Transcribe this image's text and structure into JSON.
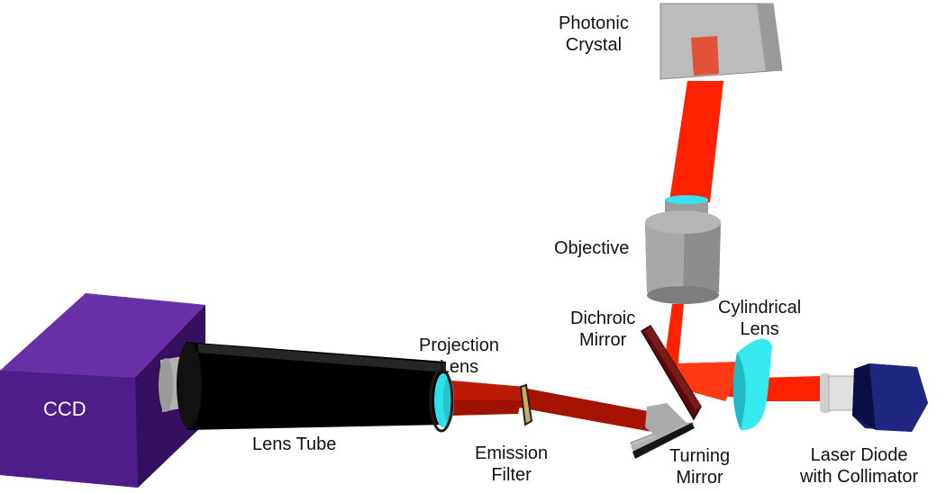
{
  "labels": {
    "photonic_crystal": [
      "Photonic",
      "Crystal"
    ],
    "objective": "Objective",
    "dichroic_mirror": [
      "Dichroic",
      "Mirror"
    ],
    "cylindrical_lens": [
      "Cylindrical",
      "Lens"
    ],
    "projection_lens": [
      "Projection",
      "Lens"
    ],
    "ccd": "CCD",
    "lens_tube": "Lens Tube",
    "emission_filter": [
      "Emission",
      "Filter"
    ],
    "turning_mirror": [
      "Turning",
      "Mirror"
    ],
    "laser_diode": [
      "Laser Diode",
      "with Collimator"
    ]
  },
  "colors": {
    "laser_beam": "#ff2200",
    "emission_beam": "#aa1100",
    "ccd_body": "#4b1a82",
    "lens_tube": "#000000",
    "optics_cyan": "#33e6ee",
    "objective_gray": "#8c8c8c",
    "laser_diode_body": "#121a66",
    "crystal_gray": "#b9b9b9"
  }
}
